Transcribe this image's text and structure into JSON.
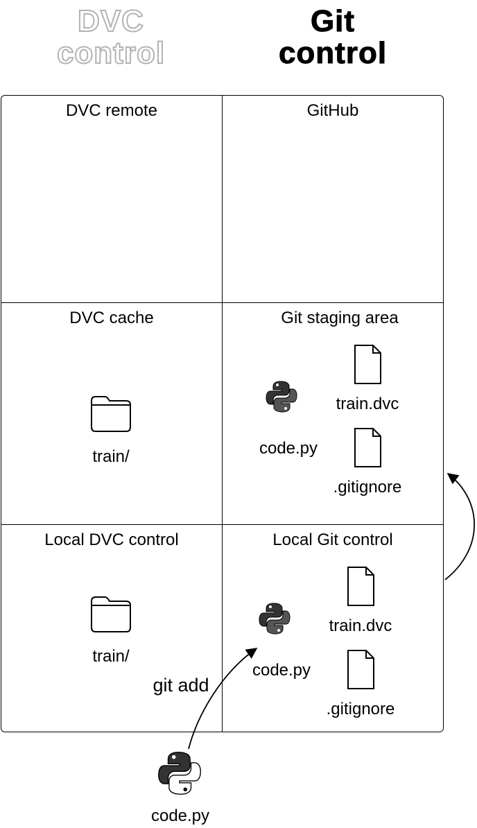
{
  "headers": {
    "dvc": [
      "DVC",
      "control"
    ],
    "git": [
      "Git",
      "control"
    ]
  },
  "cells": {
    "dvc_remote": {
      "title": "DVC remote"
    },
    "github": {
      "title": "GitHub"
    },
    "dvc_cache": {
      "title": "DVC cache",
      "folder_label": "train/"
    },
    "git_staging": {
      "title": "Git staging area",
      "python_label": "code.py",
      "file1": "train.dvc",
      "file2": ".gitignore"
    },
    "local_dvc": {
      "title": "Local DVC control",
      "folder_label": "train/"
    },
    "local_git": {
      "title": "Local Git control",
      "python_label": "code.py",
      "file1": "train.dvc",
      "file2": ".gitignore"
    }
  },
  "outside": {
    "python_label": "code.py",
    "action_label": "git add"
  },
  "icons": {
    "folder": "folder-icon",
    "file": "file-icon",
    "python": "python-logo-icon",
    "arrow": "curved-arrow"
  }
}
